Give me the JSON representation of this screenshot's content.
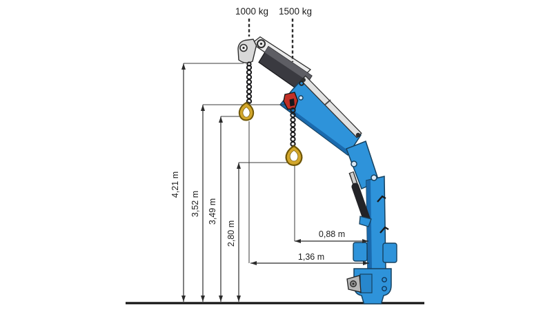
{
  "loads": [
    {
      "label": "1000 kg"
    },
    {
      "label": "1500 kg"
    }
  ],
  "dimensions": {
    "vertical": [
      "4,21 m",
      "3,52 m",
      "3,49 m",
      "2,80 m"
    ],
    "horizontal": [
      "0,88 m",
      "1,36 m"
    ]
  },
  "icons": {
    "hook_small": "sling-hook",
    "hook_large": "sling-hook",
    "chain": "chain-links"
  },
  "colors": {
    "crane_blue": "#2E93DA",
    "crane_blue_dark": "#1A6AAE",
    "boom_dark_gray": "#3A3A40",
    "hook_gold": "#D2A62B",
    "bracket_red": "#C23026",
    "dimension_line": "#2B2B2B",
    "ground": "#141414"
  }
}
